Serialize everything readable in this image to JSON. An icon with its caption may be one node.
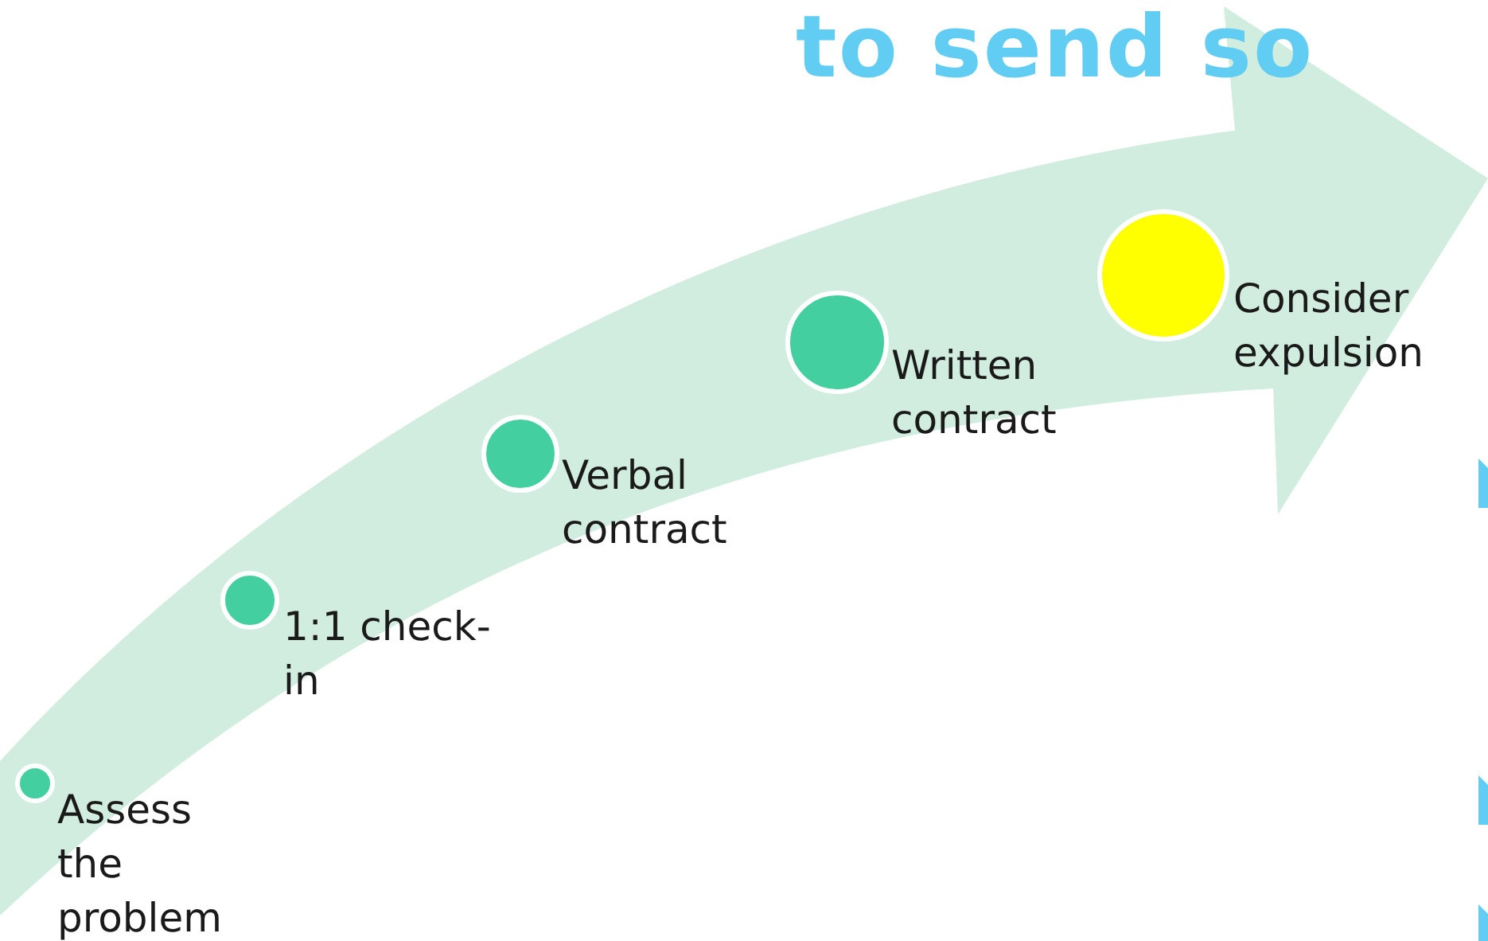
{
  "diagram": {
    "title": "to send so",
    "nodes": [
      {
        "text": [
          "Assess the problem"
        ]
      },
      {
        "text": [
          "1:1 check-in"
        ]
      },
      {
        "text": [
          "Verbal contract"
        ]
      },
      {
        "text": [
          "Written contract"
        ]
      },
      {
        "text": [
          "Consider expulsion"
        ]
      }
    ]
  }
}
